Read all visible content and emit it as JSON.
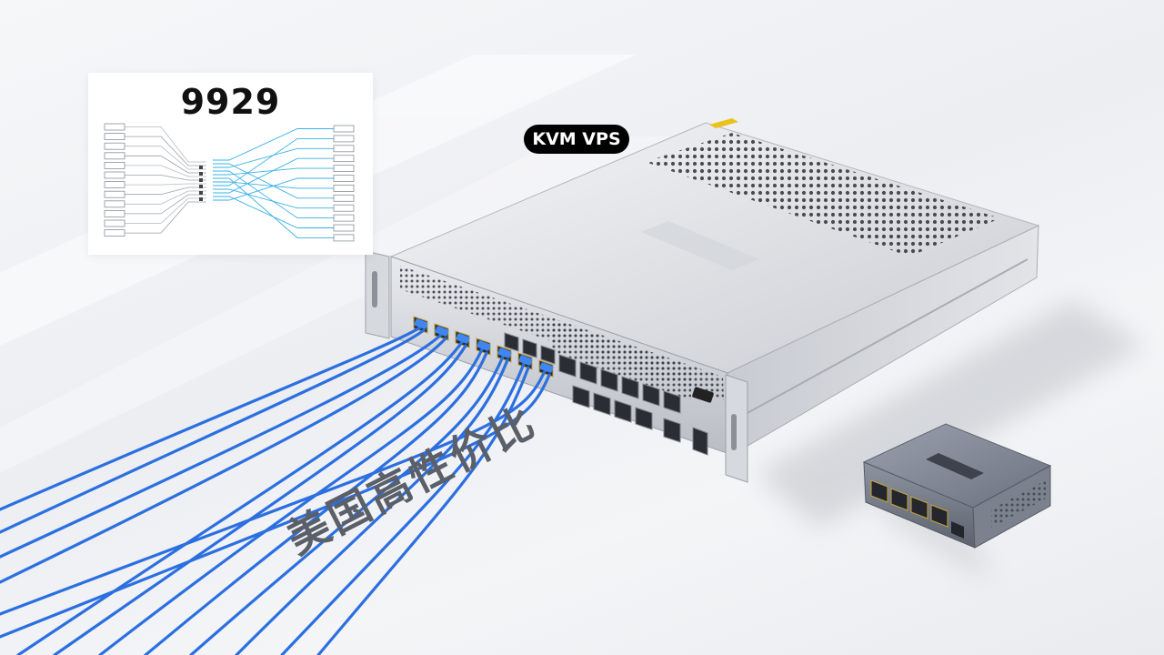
{
  "diagram": {
    "title": "9929",
    "left_ports": 12,
    "right_ports": 12
  },
  "badge": {
    "label": "KVM VPS"
  },
  "slogan": {
    "text": "美国高性价比"
  },
  "colors": {
    "cable": "#2b6fe0",
    "diagram_line": "#3ab0e8",
    "badge_bg": "#000000",
    "slogan_text": "#5a5f68"
  },
  "icons": {
    "server": "rack-server-icon",
    "switch": "mini-switch-icon"
  }
}
